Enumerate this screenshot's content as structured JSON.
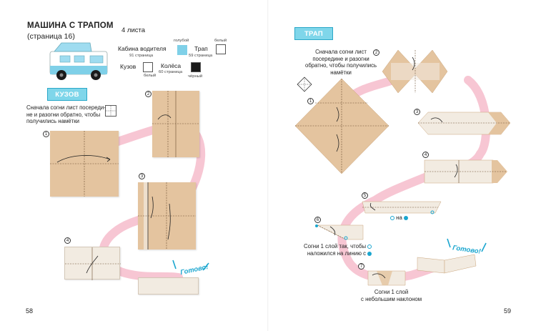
{
  "left_page": {
    "title": "МАШИНА С ТРАПОМ",
    "subtitle": "(страница 16)",
    "sheets_count": "4 листа",
    "materials": {
      "cabin": {
        "name": "Кабина водителя",
        "page": "91 страница",
        "color_label": "голубой",
        "color": "#7fd0e8"
      },
      "ramp": {
        "name": "Трап",
        "page": "59 страница",
        "color_label": "белый",
        "color": "#ffffff"
      },
      "body": {
        "name": "Кузов",
        "color_label": "белый",
        "color": "#ffffff"
      },
      "wheels": {
        "name": "Колёса",
        "page": "60 страница",
        "color_label": "чёрный",
        "color": "#1a1a1a"
      }
    },
    "section_badge": "КУЗОВ",
    "intro_note_lines": [
      "Сначала согни лист посереди-",
      "не и разогни обратно, чтобы",
      "получились намётки"
    ],
    "steps": [
      "1",
      "2",
      "3",
      "4"
    ],
    "ready": "Готово!",
    "page_number": "58"
  },
  "right_page": {
    "section_badge": "ТРАП",
    "intro_note_lines": [
      "Сначала согни лист",
      "посередине и разогни",
      "обратно, чтобы получились",
      "намётки"
    ],
    "steps": [
      "1",
      "2",
      "3",
      "4",
      "5",
      "6",
      "7"
    ],
    "step5_note": "на",
    "step6_note_lines": [
      "Согни 1 слой так, чтобы",
      "наложился на линию"
    ],
    "step6_note_suffix": "с",
    "step7_note_lines": [
      "Согни 1 слой",
      "с небольшим наклоном"
    ],
    "ready": "Готово!",
    "page_number": "59"
  },
  "colors": {
    "accent": "#1aa6cf",
    "badge_fill": "#7fd6ea",
    "ribbon": "#f7c6d3",
    "paper_kraft": "#e4c49f",
    "paper_white": "#f2ebe1"
  }
}
